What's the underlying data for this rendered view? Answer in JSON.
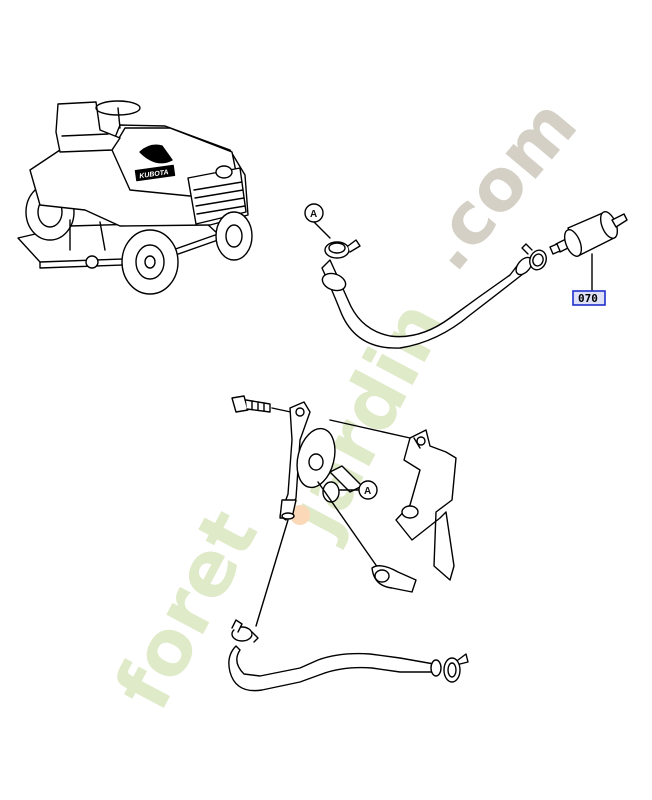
{
  "watermark": {
    "part1": "foret",
    "part2": "jardin",
    "part3": ".com",
    "color_green": "#dfeac8",
    "color_orange": "#fbd9b8",
    "color_grey": "#d4d0c6"
  },
  "tractor": {
    "brand": "KUBOTA"
  },
  "callouts": {
    "a_top": "A",
    "a_mid": "A"
  },
  "part_number_070": "070",
  "part_label_color": "#1f2fcc",
  "line_color": "#000000"
}
